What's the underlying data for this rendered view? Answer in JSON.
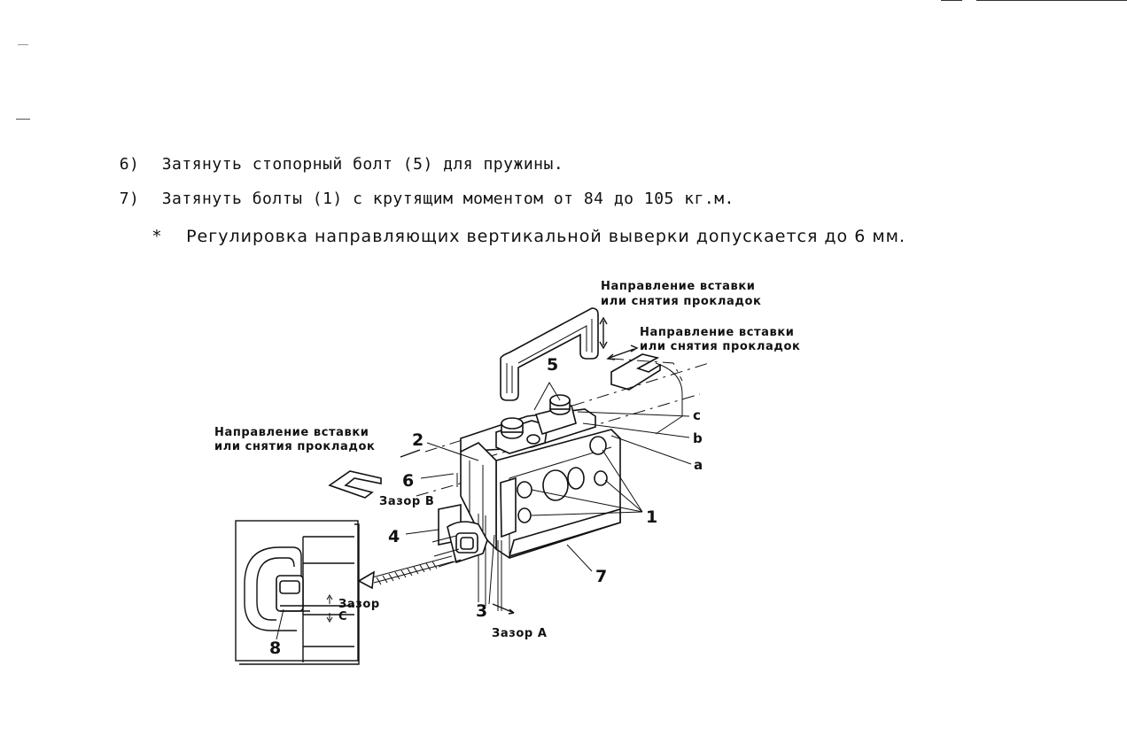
{
  "steps": [
    {
      "number": "6)",
      "text": "Затянуть стопорный болт (5) для пружины."
    },
    {
      "number": "7)",
      "text": "Затянуть болты (1) с крутящим моментом от 84 до 105 кг.м."
    }
  ],
  "note": {
    "marker": "*",
    "text": "Регулировка направляющих вертикальной выверки допускается до 6 мм."
  },
  "figure": {
    "insert_direction_top": [
      "Направление вставки",
      "или снятия прокладок"
    ],
    "insert_direction_right": [
      "Направление вставки",
      "или снятия прокладок"
    ],
    "insert_direction_left": [
      "Направление вставки",
      "или снятия прокладок"
    ],
    "letters": {
      "a": "a",
      "b": "b",
      "c": "c"
    },
    "numbers": {
      "n1": "1",
      "n2": "2",
      "n3": "3",
      "n4": "4",
      "n5": "5",
      "n6": "6",
      "n7": "7",
      "n8": "8"
    },
    "gap_a": "Зазор A",
    "gap_b": "Зазор B",
    "gap_c_word": "Зазор",
    "gap_c_letter": "C"
  }
}
